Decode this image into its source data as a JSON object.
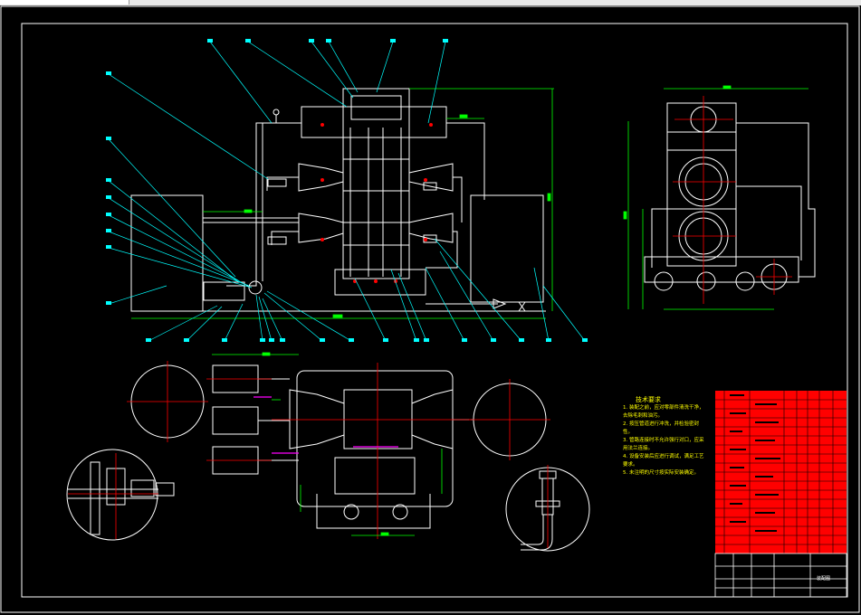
{
  "window": {
    "title": ""
  },
  "notes": {
    "heading": "技术要求",
    "items": [
      "1. 装配之前，应对零部件清洗干净，去除毛刺和油污。",
      "2. 按压管道进行冲洗，并检验密封性。",
      "3. 管路连接时不允许强行对口，应采用法兰连接。",
      "4. 设备安装后应进行调试，满足工艺要求。",
      "5. 未注明的尺寸按实际安装确定。"
    ]
  },
  "title_block": {
    "drawing_name": "装配图"
  },
  "colors": {
    "background": "#000000",
    "lines": "#ffffff",
    "leaders": "#00ffff",
    "dimensions": "#00ff00",
    "centerlines": "#ff0000",
    "notes": "#ffff00",
    "pipes": "#ff00ff"
  }
}
